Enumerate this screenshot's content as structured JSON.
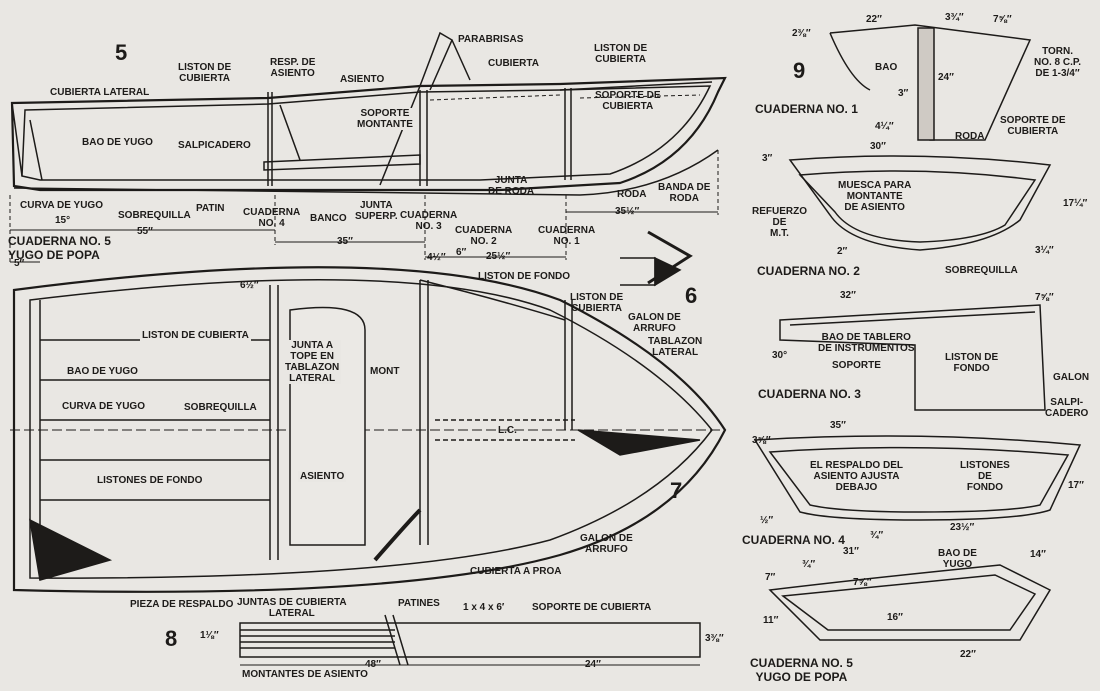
{
  "figures": {
    "fig5": "5",
    "fig6": "6",
    "fig7": "7",
    "fig8": "8",
    "fig9": "9"
  },
  "fig5": {
    "cubierta_lateral": "CUBIERTA LATERAL",
    "liston_de_cubierta": "LISTON DE\nCUBIERTA",
    "resp_de_asiento": "RESP. DE\nASIENTO",
    "asiento": "ASIENTO",
    "parabrisas": "PARABRISAS",
    "cubierta": "CUBIERTA",
    "liston_de_cubierta_2": "LISTON DE\nCUBIERTA",
    "soporte_de_cubierta": "SOPORTE DE\nCUBIERTA",
    "soporte_montante": "SOPORTE\nMONTANTE",
    "bao_de_yugo": "BAO DE YUGO",
    "salpicadero": "SALPICADERO",
    "curva_de_yugo": "CURVA DE YUGO",
    "sobrequilla": "SOBREQUILLA",
    "angle_15": "15°",
    "patin": "PATIN",
    "cuaderna_no_4": "CUADERNA\nNO. 4",
    "banco": "BANCO",
    "junta_superp": "JUNTA\nSUPERP.",
    "cuaderna_no_3": "CUADERNA\nNO. 3",
    "junta_de_roda": "JUNTA\nDE RODA",
    "roda": "RODA",
    "banda_de_roda": "BANDA DE\nRODA",
    "cuaderna_no_2": "CUADERNA\nNO. 2",
    "cuaderna_no_1": "CUADERNA\nNO. 1",
    "dim_55": "55″",
    "dim_35": "35″",
    "dim_25_5": "25½″",
    "dim_35_5": "35½″",
    "dim_4_5": "4½″",
    "dim_6": "6″",
    "cuaderna_no_5_yugo": "CUADERNA NO. 5\nYUGO DE POPA",
    "dim_5": "5″"
  },
  "fig7": {
    "dim_6_5": "6½″",
    "liston_de_fondo": "LISTON DE FONDO",
    "liston_de_cubierta": "LISTON DE\nCUBIERTA",
    "galon_de_arrufo": "GALON DE\nARRUFO",
    "tablazon_lateral": "TABLAZON\nLATERAL",
    "liston_de_cubierta_2": "LISTON DE CUBIERTA",
    "junta_a_tope": "JUNTA A\nTOPE EN\nTABLAZON\nLATERAL",
    "mont": "MONT",
    "bao_de_yugo": "BAO DE YUGO",
    "curva_de_yugo": "CURVA DE YUGO",
    "sobrequilla": "SOBREQUILLA",
    "lc": "L.C.",
    "asiento": "ASIENTO",
    "listones_de_fondo": "LISTONES DE FONDO",
    "galon_de_arrufo_2": "GALON DE\nARRUFO",
    "cubierta_a_proa": "CUBIERTA A PROA",
    "pieza_de_respaldo": "PIEZA DE RESPALDO",
    "juntas_de_cubierta": "JUNTAS DE CUBIERTA\nLATERAL"
  },
  "fig8": {
    "patines": "PATINES",
    "size": "1 x 4 x 6′",
    "soporte_de_cubierta": "SOPORTE DE CUBIERTA",
    "dim_1_1_8": "1⅛″",
    "dim_3_3_8": "3⅜″",
    "dim_48": "48″",
    "dim_24": "24″",
    "montantes_de_asiento": "MONTANTES DE ASIENTO"
  },
  "fig9": {
    "dim_22": "22″",
    "dim_3_3_4": "3¾″",
    "dim_7_5_8": "7⅝″",
    "dim_2_3_8": "2⅜″",
    "torn": "TORN.\nNO. 8 C.P.\nDE 1-3/4″",
    "bao": "BAO",
    "dim_24": "24″",
    "dim_3": "3″",
    "cuaderna_1": "CUADERNA NO. 1",
    "soporte_de_cubierta": "SOPORTE DE\nCUBIERTA",
    "dim_4_1_4": "4¼″",
    "roda": "RODA",
    "dim_30": "30″",
    "dim_3b": "3″",
    "muesca": "MUESCA PARA\nMONTANTE\nDE ASIENTO",
    "dim_17_1_4": "17¼″",
    "refuerzo": "REFUERZO\nDE\nM.T.",
    "dim_2": "2″",
    "dim_3_1_4": "3¼″",
    "cuaderna_2": "CUADERNA NO. 2",
    "sobrequilla": "SOBREQUILLA",
    "dim_32": "32″",
    "dim_7_5_8_b": "7⅝″",
    "bao_tablero": "BAO DE TABLERO\nDE INSTRUMENTOS",
    "liston_de_fondo": "LISTON DE\nFONDO",
    "angle_30": "30°",
    "soporte": "SOPORTE",
    "galon": "GALON",
    "cuaderna_3": "CUADERNA NO. 3",
    "salpicadero": "SALPI-\nCADERO",
    "dim_35": "35″",
    "dim_3_5_8": "3⅝″",
    "respaldo": "EL RESPALDO DEL\nASIENTO AJUSTA\nDEBAJO",
    "listones_de_fondo": "LISTONES\nDE\nFONDO",
    "dim_17": "17″",
    "dim_half": "½″",
    "dim_3_4": "¾″",
    "dim_23_5": "23½″",
    "cuaderna_4": "CUADERNA NO. 4",
    "dim_31": "31″",
    "bao_de_yugo": "BAO DE\nYUGO",
    "dim_14": "14″",
    "dim_3_4_b": "¾″",
    "dim_7": "7″",
    "dim_7_5_8_c": "7⅝″",
    "dim_16": "16″",
    "dim_11": "11″",
    "dim_22_b": "22″",
    "cuaderna_5": "CUADERNA NO. 5\nYUGO DE POPA"
  }
}
